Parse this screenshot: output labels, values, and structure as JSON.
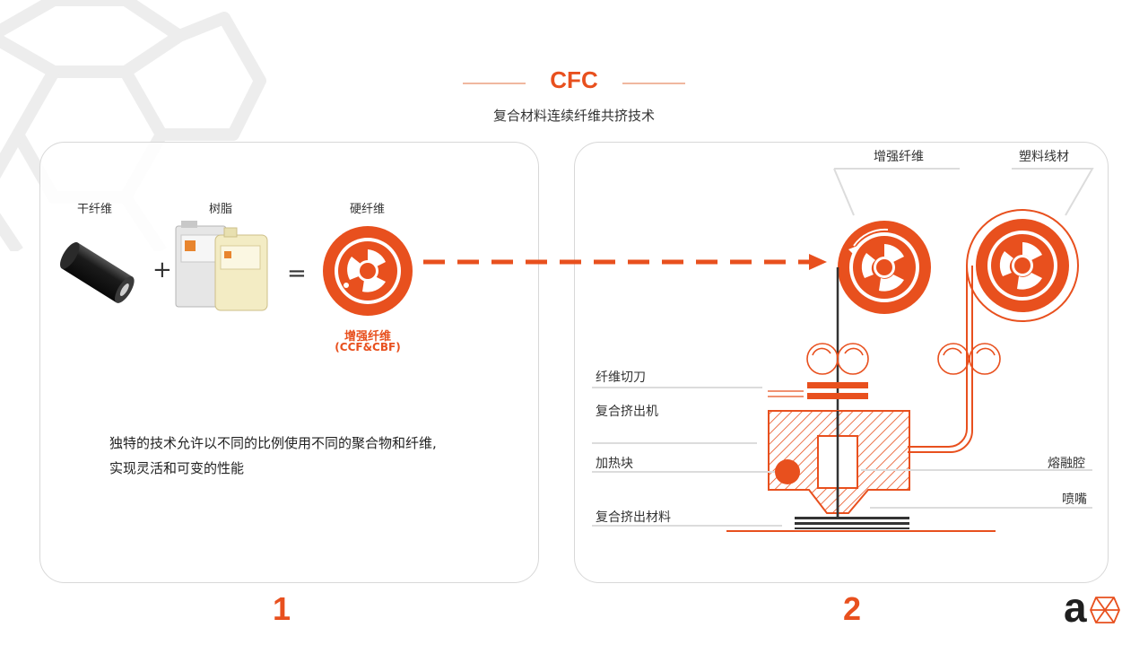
{
  "header": {
    "title": "CFC",
    "subtitle": "复合材料连续纤维共挤技术"
  },
  "panel1": {
    "dry_fiber_label": "干纤维",
    "resin_label": "树脂",
    "rigid_fiber_label": "硬纤维",
    "plus": "+",
    "equals": "=",
    "reinforced_label": "增强纤维",
    "reinforced_sub": "(CCF&CBF)",
    "description_line1": "独特的技术允许以不同的比例使用不同的聚合物和纤维,",
    "description_line2": "实现灵活和可变的性能",
    "number": "1"
  },
  "panel2": {
    "reinforced_fiber_label": "增强纤维",
    "plastic_filament_label": "塑料线材",
    "fiber_cutter_label": "纤维切刀",
    "coextruder_label": "复合挤出机",
    "heating_block_label": "加热块",
    "melt_chamber_label": "熔融腔",
    "nozzle_label": "喷嘴",
    "coextruded_material_label": "复合挤出材料",
    "number": "2"
  },
  "colors": {
    "accent": "#e8501e",
    "panel_border": "#d8d8d8",
    "leader_line": "#dcdcdc"
  },
  "logo": {
    "glyph": "a"
  }
}
